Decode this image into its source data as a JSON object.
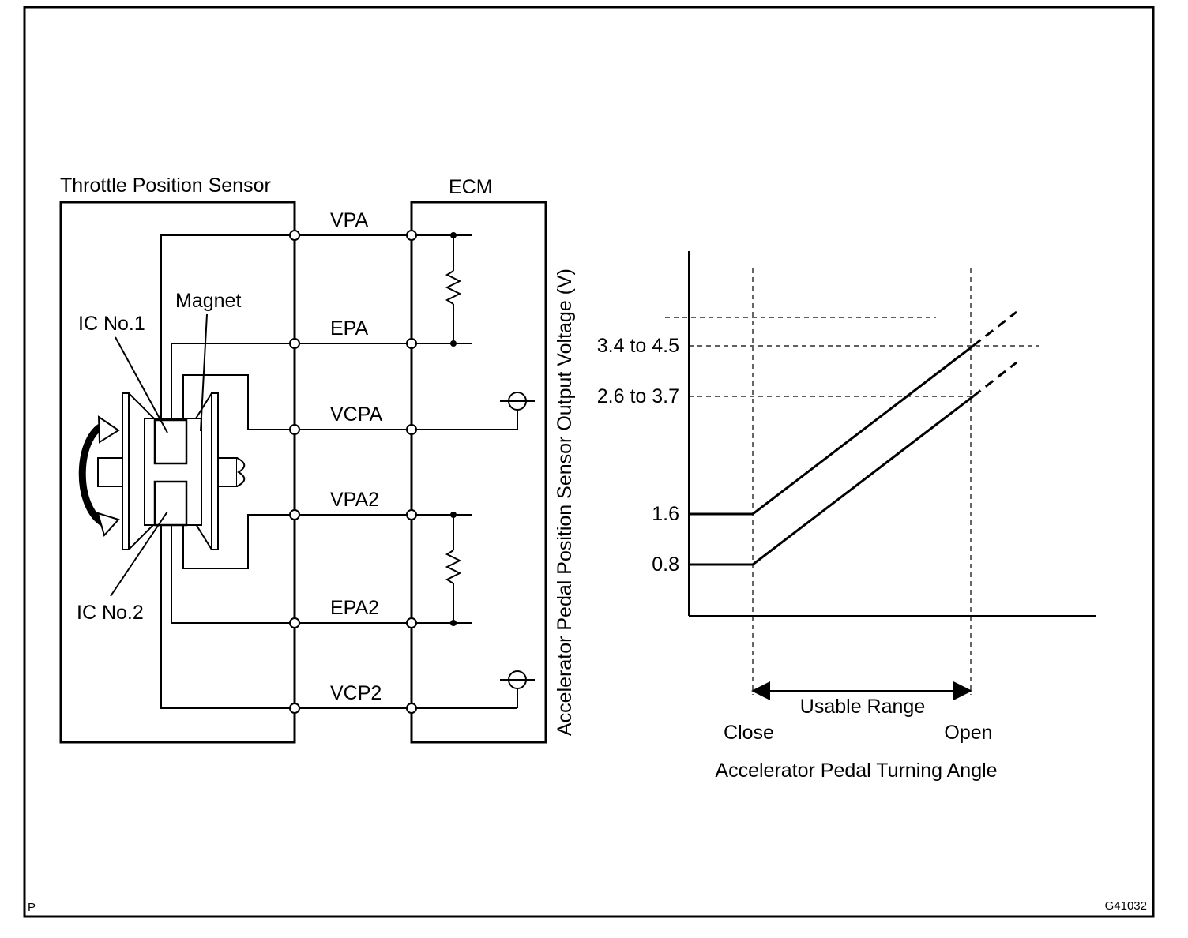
{
  "diagram": {
    "sensor_box_title": "Throttle Position Sensor",
    "ecm_box_title": "ECM",
    "magnet_label": "Magnet",
    "ic1_label": "IC No.1",
    "ic2_label": "IC No.2",
    "wires": [
      "VPA",
      "EPA",
      "VCPA",
      "VPA2",
      "EPA2",
      "VCP2"
    ]
  },
  "graph": {
    "y_axis_label": "Accelerator Pedal Position Sensor Output Voltage (V)",
    "x_axis_label": "Accelerator Pedal Turning Angle",
    "y_ticks": [
      "3.4 to 4.5",
      "2.6 to 3.7",
      "1.6",
      "0.8"
    ],
    "x_close_label": "Close",
    "x_open_label": "Open",
    "range_label": "Usable Range"
  },
  "footer": {
    "left_mark": "P",
    "figure_id": "G41032"
  }
}
